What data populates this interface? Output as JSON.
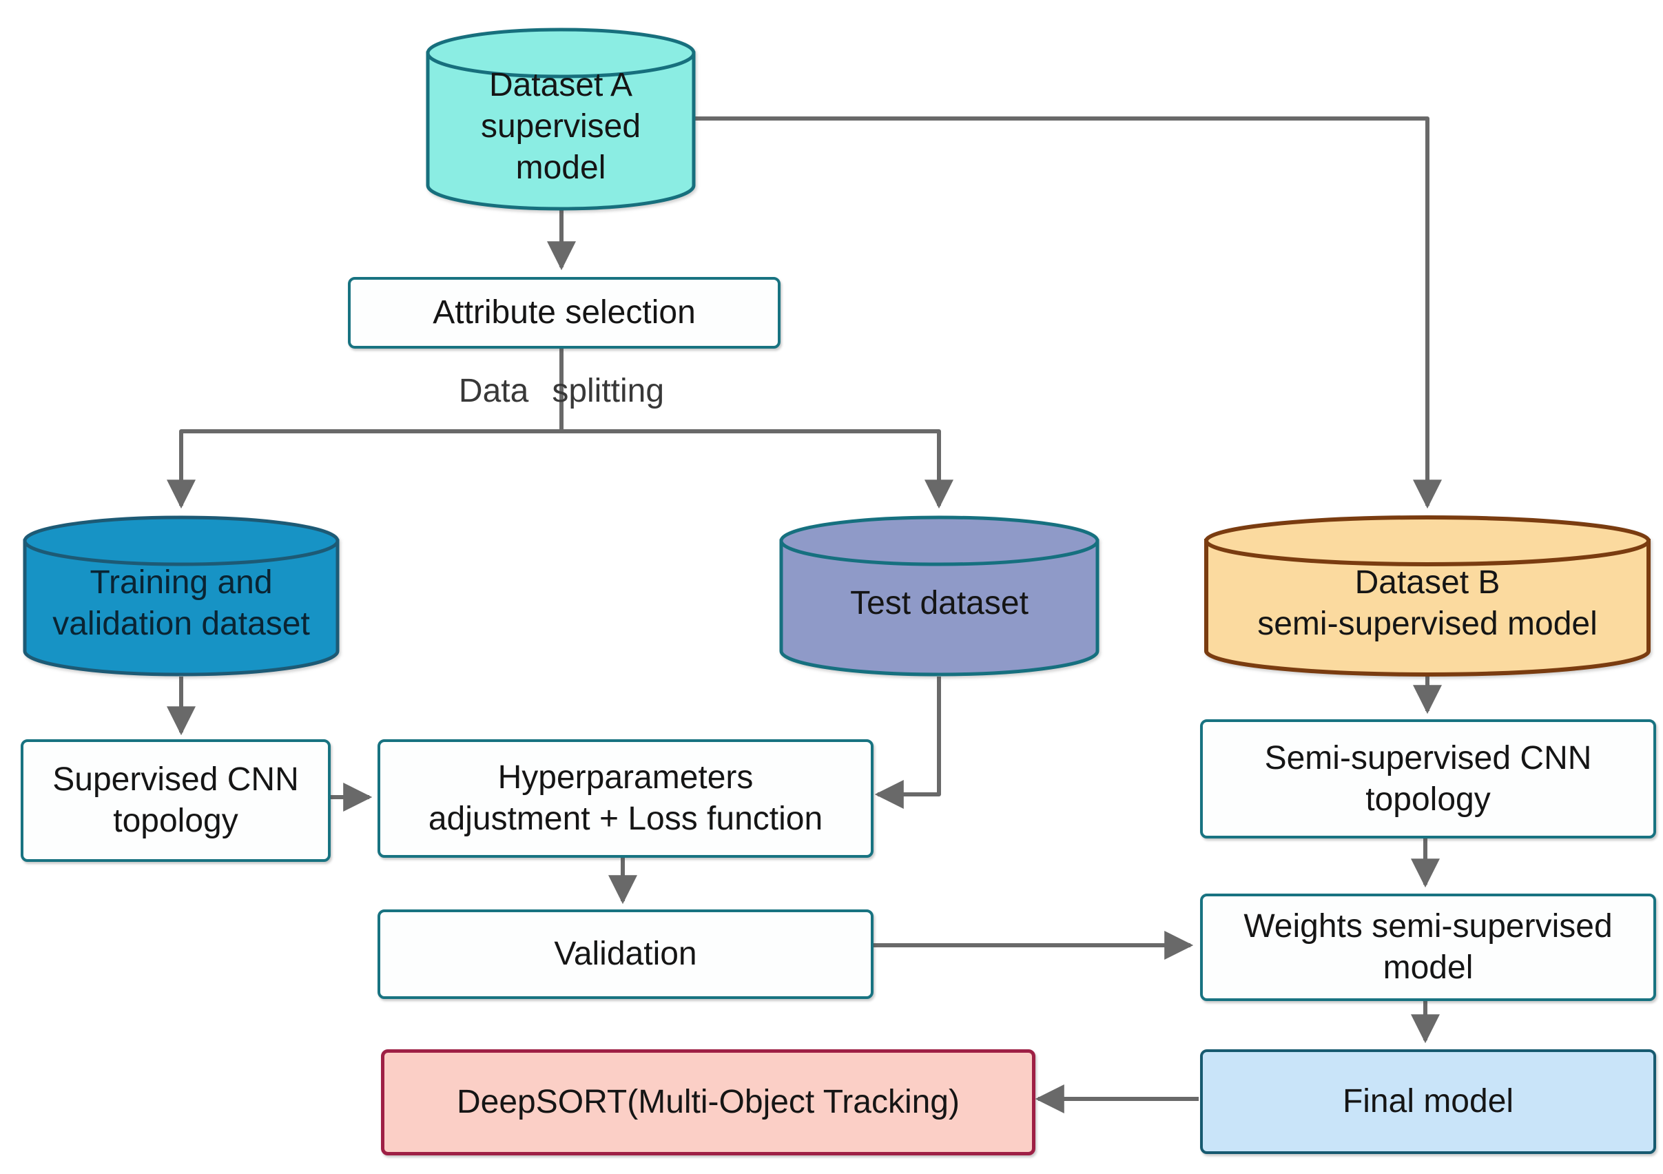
{
  "diagram": {
    "type": "flowchart",
    "background": "#ffffff",
    "nodes": {
      "dataset_a": {
        "shape": "cylinder",
        "lines": [
          "Dataset A",
          "supervised",
          "model"
        ],
        "fill": "#8bede3",
        "border": "#176f7d"
      },
      "attribute_selection": {
        "shape": "box",
        "label": "Attribute selection",
        "fill": "#fdfefe",
        "border": "#187381"
      },
      "training_validation": {
        "shape": "cylinder",
        "lines": [
          "Training and",
          "validation dataset"
        ],
        "fill": "#1793c5",
        "border": "#1d5a75"
      },
      "test_dataset": {
        "shape": "cylinder",
        "label": "Test dataset",
        "fill": "#8f9ac8",
        "border": "#16707f"
      },
      "dataset_b": {
        "shape": "cylinder",
        "lines": [
          "Dataset B",
          "semi-supervised model"
        ],
        "fill": "#fbda9f",
        "border": "#7a3c10"
      },
      "supervised_cnn": {
        "shape": "box",
        "lines": [
          "Supervised CNN",
          "topology"
        ],
        "fill": "#fdfefe",
        "border": "#187381"
      },
      "hyperparameters": {
        "shape": "box",
        "lines": [
          "Hyperparameters",
          "adjustment + Loss function"
        ],
        "fill": "#fdfefe",
        "border": "#187381"
      },
      "validation": {
        "shape": "box",
        "label": "Validation",
        "fill": "#fdfefe",
        "border": "#187381"
      },
      "semi_supervised_cnn": {
        "shape": "box",
        "lines": [
          "Semi-supervised CNN",
          "topology"
        ],
        "fill": "#fdfefe",
        "border": "#187381"
      },
      "weights_semi": {
        "shape": "box",
        "lines": [
          "Weights semi-supervised",
          "model"
        ],
        "fill": "#fdfefe",
        "border": "#187381"
      },
      "final_model": {
        "shape": "box",
        "label": "Final model",
        "fill": "#c9e4f9",
        "border": "#175a70"
      },
      "deepsort": {
        "shape": "box",
        "label": "DeepSORT(Multi-Object Tracking)",
        "fill": "#fbcfc6",
        "border": "#9e2045"
      }
    },
    "edge_labels": {
      "data_splitting": {
        "word1": "Data",
        "word2": "splitting"
      }
    },
    "edges": [
      {
        "from": "dataset-a",
        "to": "attribute-selection"
      },
      {
        "from": "attribute-selection",
        "to": "training-validation-dataset",
        "label": "Data splitting"
      },
      {
        "from": "attribute-selection",
        "to": "test-dataset",
        "label": "Data splitting"
      },
      {
        "from": "dataset-a",
        "to": "dataset-b"
      },
      {
        "from": "training-validation-dataset",
        "to": "supervised-cnn-topology"
      },
      {
        "from": "supervised-cnn-topology",
        "to": "hyperparameters-adjustment"
      },
      {
        "from": "test-dataset",
        "to": "hyperparameters-adjustment"
      },
      {
        "from": "hyperparameters-adjustment",
        "to": "validation"
      },
      {
        "from": "validation",
        "to": "weights-semi-supervised-model"
      },
      {
        "from": "dataset-b",
        "to": "semi-supervised-cnn-topology"
      },
      {
        "from": "semi-supervised-cnn-topology",
        "to": "weights-semi-supervised-model"
      },
      {
        "from": "weights-semi-supervised-model",
        "to": "final-model"
      },
      {
        "from": "final-model",
        "to": "deepsort"
      }
    ],
    "colors": {
      "arrow": "#696969",
      "teal_border": "#187381",
      "dataset_a_fill": "#8bede3",
      "training_fill": "#1793c5",
      "test_fill": "#8f9ac8",
      "dataset_b_fill": "#fbda9f",
      "dataset_b_border": "#7a3c10",
      "deepsort_fill": "#fbcfc6",
      "deepsort_border": "#9e2045",
      "final_fill": "#c9e4f9"
    }
  }
}
